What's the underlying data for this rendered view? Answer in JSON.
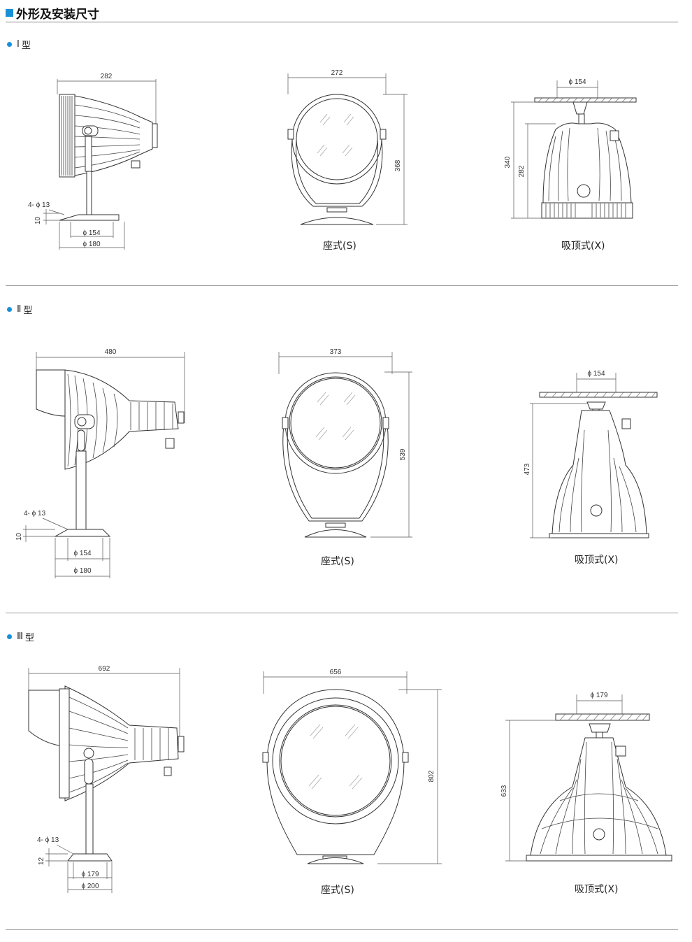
{
  "header": {
    "title": "外形及安装尺寸"
  },
  "sections": [
    {
      "type_label": "Ⅰ",
      "type_word": "型",
      "side": {
        "width": "282",
        "holes": "4- ϕ 13",
        "height": "10",
        "d1": "ϕ 154",
        "d2": "ϕ 180"
      },
      "seat": {
        "width": "272",
        "height": "368",
        "caption": "座式(S)"
      },
      "ceiling": {
        "d": "ϕ 154",
        "h1": "340",
        "h2": "282",
        "caption": "吸顶式(X)"
      }
    },
    {
      "type_label": "Ⅱ",
      "type_word": "型",
      "side": {
        "width": "480",
        "holes": "4- ϕ 13",
        "height": "10",
        "d1": "ϕ 154",
        "d2": "ϕ 180"
      },
      "seat": {
        "width": "373",
        "height": "539",
        "caption": "座式(S)"
      },
      "ceiling": {
        "d": "ϕ 154",
        "h1": "473",
        "caption": "吸顶式(X)"
      }
    },
    {
      "type_label": "Ⅲ",
      "type_word": "型",
      "side": {
        "width": "692",
        "holes": "4- ϕ 13",
        "height": "12",
        "d1": "ϕ 179",
        "d2": "ϕ 200"
      },
      "seat": {
        "width": "656",
        "height": "802",
        "caption": "座式(S)"
      },
      "ceiling": {
        "d": "ϕ 179",
        "h1": "633",
        "caption": "吸顶式(X)"
      }
    }
  ],
  "colors": {
    "accent": "#1a8fd8",
    "line": "#333333"
  }
}
